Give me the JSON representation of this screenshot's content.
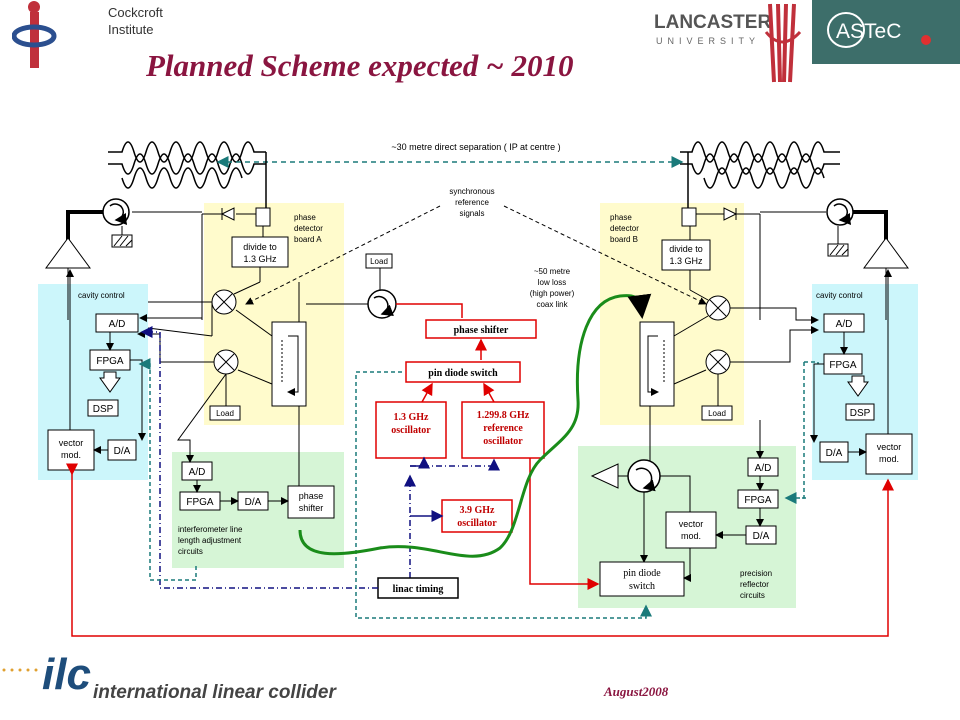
{
  "header": {
    "institute_line1": "Cockcroft",
    "institute_line2": "Institute",
    "title": "Planned Scheme expected ~ 2010",
    "university_name": "LANCASTER",
    "university_sub": "UNIVERSITY",
    "astec_logo_text": "ASTeC"
  },
  "footer": {
    "ilc_mark": "ilc",
    "ilc_name": "international linear collider",
    "date": "August2008"
  },
  "diagram": {
    "separation_label": "~30 metre direct separation ( IP at centre )",
    "sync_line1": "synchronous",
    "sync_line2": "reference",
    "sync_line3": "signals",
    "coax_line1": "~50 metre",
    "coax_line2": "low loss",
    "coax_line3": "(high power)",
    "coax_line4": "coax link",
    "left_phase_label1": "phase",
    "left_phase_label2": "detector",
    "left_phase_label3": "board A",
    "right_phase_label1": "phase",
    "right_phase_label2": "detector",
    "right_phase_label3": "board B",
    "divide_line1": "divide to",
    "divide_line2": "1.3 GHz",
    "cavity_control": "cavity control",
    "ad": "A/D",
    "fpga": "FPGA",
    "dsp": "DSP",
    "da": "D/A",
    "vector_mod_1": "vector",
    "vector_mod_2": "mod.",
    "load": "Load",
    "phase_shifter_1": "phase",
    "phase_shifter_2": "shifter",
    "interferometer_1": "interferometer line",
    "interferometer_2": "length adjustment",
    "interferometer_3": "circuits",
    "phase_shifter_red": "phase shifter",
    "pin_diode_switch": "pin diode switch",
    "osc13_1": "1.3 GHz",
    "osc13_2": "oscillator",
    "ref_1": "1.299.8 GHz",
    "ref_2": "reference",
    "ref_3": "oscillator",
    "osc39_1": "3.9 GHz",
    "osc39_2": "oscillator",
    "linac_timing": "linac timing",
    "pin_diode_1": "pin diode",
    "pin_diode_2": "switch",
    "precision_1": "precision",
    "precision_2": "reflector",
    "precision_3": "circuits"
  },
  "colors": {
    "title": "#8a1540",
    "yellow_board": "#fffbcc",
    "cyan_panel": "#ccf6fb",
    "green_panel": "#d6f5d6",
    "red_signal": "#e00000",
    "green_link": "#1a8c1a",
    "navy_timing": "#101080",
    "teal_dashed": "#1a7a7a"
  }
}
